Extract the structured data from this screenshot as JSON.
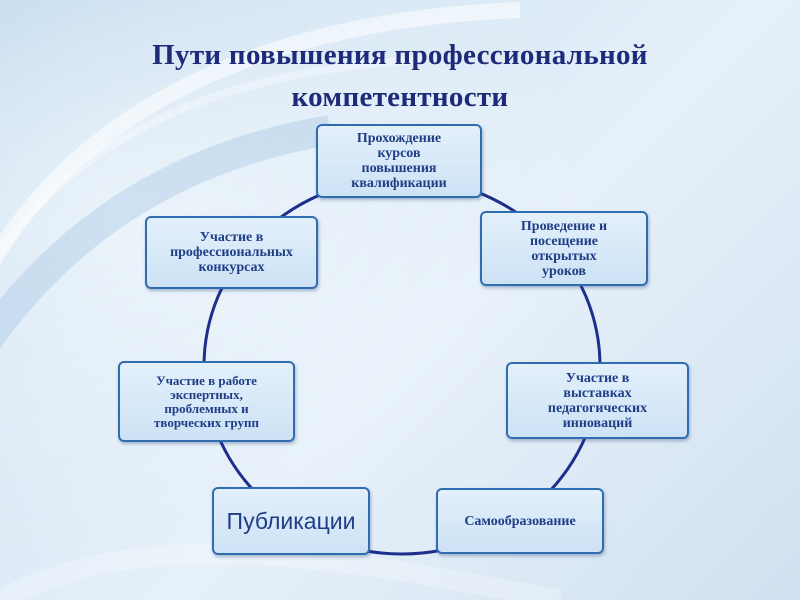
{
  "title": {
    "line1": "Пути   повышения   профессиональной",
    "line2": "компетентности"
  },
  "colors": {
    "title": "#1e2b7a",
    "node_border": "#2f6db0",
    "node_fill": "#d6e8f8",
    "node_text": "#1f3e86",
    "ring": "#1e2e8c"
  },
  "nodes": {
    "courses": "Прохождение\nкурсов\nповышения\nквалификации",
    "open_lessons": "Проведение и\nпосещение\nоткрытых\nуроков",
    "exhibitions": "Участие в\nвыставках\nпедагогических\nинноваций",
    "self_education": "Самообразование",
    "publications": "Публикации",
    "expert_groups": "Участие в работе\nэкспертных,\nпроблемных и\nтворческих групп",
    "contests": "Участие  в\nпрофессиональных\nконкурсах"
  }
}
